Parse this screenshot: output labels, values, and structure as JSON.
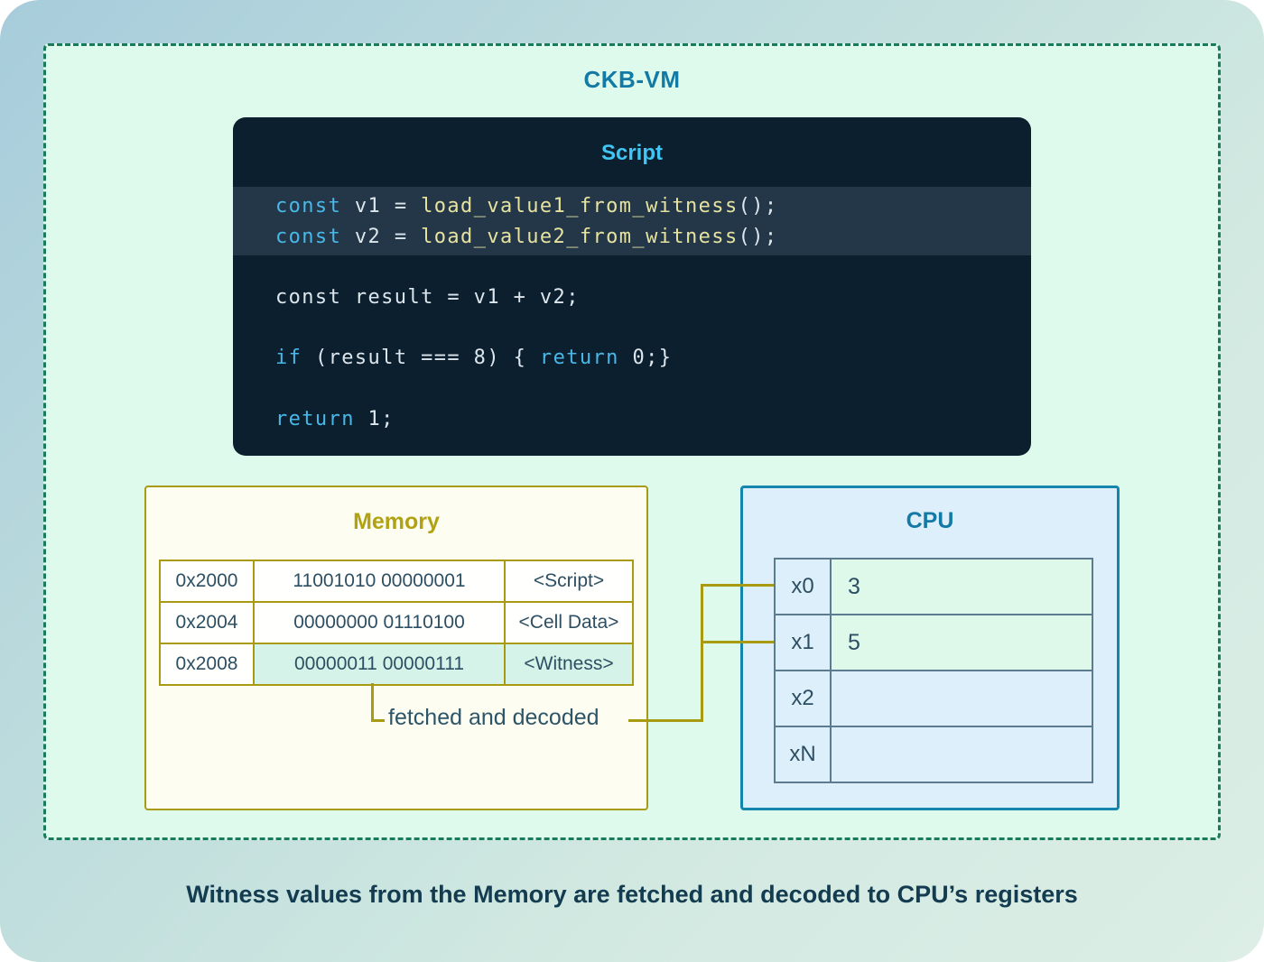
{
  "diagram_title": "CKB-VM",
  "script": {
    "title": "Script",
    "lines": [
      {
        "tokens": [
          {
            "text": "const",
            "type": "kw"
          },
          {
            "text": " v1 = ",
            "type": "plain"
          },
          {
            "text": "load_value1_from_witness",
            "type": "fn"
          },
          {
            "text": "();",
            "type": "plain"
          }
        ]
      },
      {
        "tokens": [
          {
            "text": "const",
            "type": "kw"
          },
          {
            "text": " v2 = ",
            "type": "plain"
          },
          {
            "text": "load_value2_from_witness",
            "type": "fn"
          },
          {
            "text": "();",
            "type": "plain"
          }
        ]
      },
      {
        "tokens": [
          {
            "text": "const result = v1 + v2;",
            "type": "plain"
          }
        ]
      },
      {
        "tokens": [
          {
            "text": "if",
            "type": "kw"
          },
          {
            "text": " (result === 8) { ",
            "type": "plain"
          },
          {
            "text": "return",
            "type": "kw"
          },
          {
            "text": " 0;}",
            "type": "plain"
          }
        ]
      },
      {
        "tokens": [
          {
            "text": "return",
            "type": "kw"
          },
          {
            "text": " 1;",
            "type": "plain"
          }
        ]
      }
    ]
  },
  "memory": {
    "title": "Memory",
    "rows": [
      {
        "address": "0x2000",
        "value": "11001010 00000001",
        "label": "<Script>",
        "highlighted": false
      },
      {
        "address": "0x2004",
        "value": "00000000 01110100",
        "label": "<Cell Data>",
        "highlighted": false
      },
      {
        "address": "0x2008",
        "value": "00000011 00000111",
        "label": "<Witness>",
        "highlighted": true
      }
    ]
  },
  "annotation": "fetched and decoded",
  "cpu": {
    "title": "CPU",
    "registers": [
      {
        "name": "x0",
        "value": "3",
        "highlighted": true
      },
      {
        "name": "x1",
        "value": "5",
        "highlighted": true
      },
      {
        "name": "x2",
        "value": "",
        "highlighted": false
      },
      {
        "name": "xN",
        "value": "",
        "highlighted": false
      }
    ]
  },
  "caption": "Witness values from the Memory are fetched and decoded to CPU’s registers",
  "colors": {
    "keyword": "#49b8e8",
    "function_name": "#e6e2a0",
    "code_plain": "#dce6ec",
    "script_bg": "#0c1f2e",
    "script_highlight_band": "#233748",
    "dashed_border_green": "#1a7b5c",
    "inner_mint_bg": "#defaec",
    "memory_olive": "#a89b12",
    "memory_title": "#b1a212",
    "witness_highlight": "#d5f3e8",
    "cpu_border_blue": "#1486ad",
    "cpu_bg": "#ddeffb",
    "register_highlight": "#def8ea",
    "title_teal": "#1379a5",
    "text_dark_slate": "#2d4f63"
  }
}
